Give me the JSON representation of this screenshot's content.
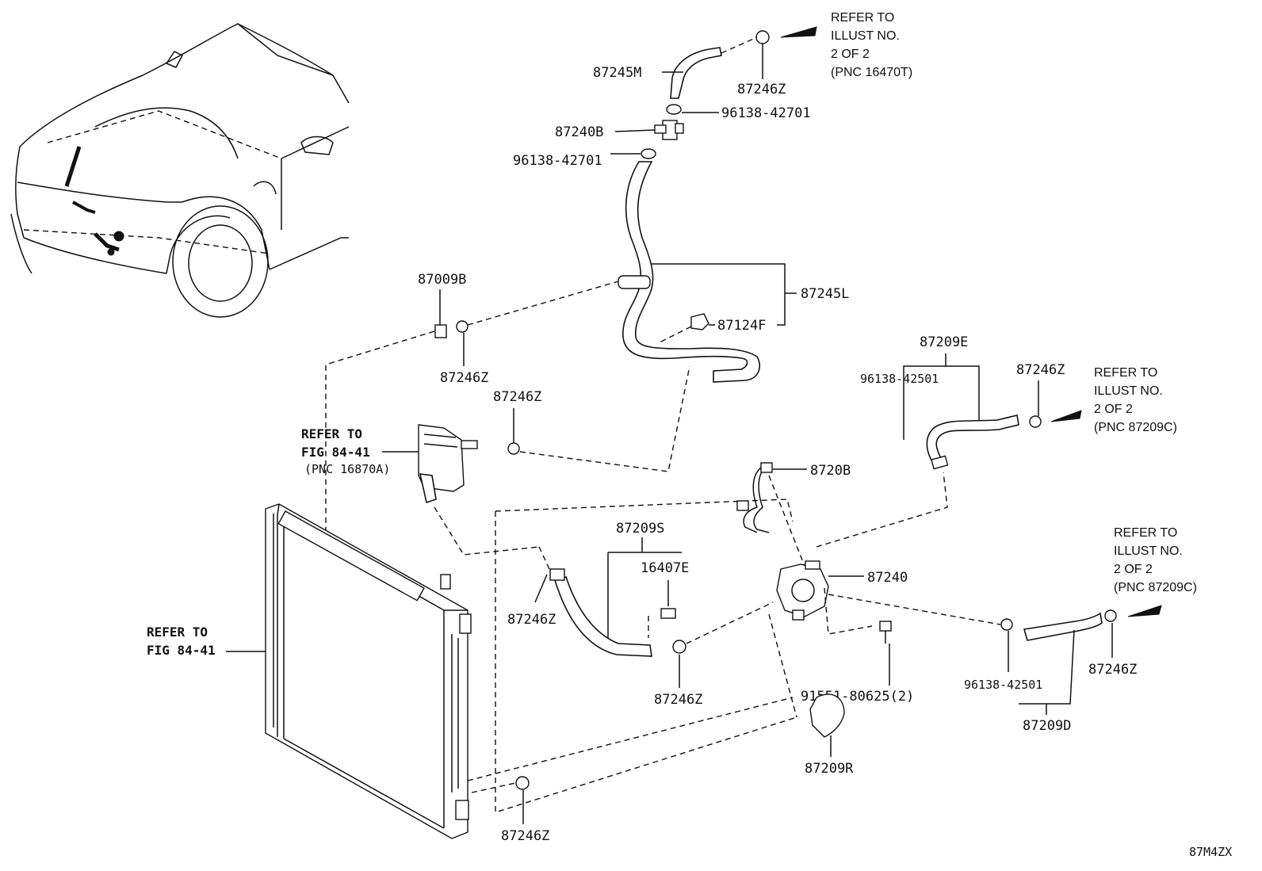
{
  "labels": {
    "p87245M": "87245M",
    "p87246Z_top": "87246Z",
    "refer_top": [
      "REFER TO",
      "ILLUST NO.",
      "2 OF 2",
      "(PNC 16470T)"
    ],
    "p96138_42701_a": "96138-42701",
    "p87240B": "87240B",
    "p96138_42701_b": "96138-42701",
    "p87009B": "87009B",
    "p87245L": "87245L",
    "p87124F": "87124F",
    "p87246Z_b": "87246Z",
    "p87246Z_c": "87246Z",
    "p87209E": "87209E",
    "p96138_42501_a": "96138-42501",
    "p87246Z_d": "87246Z",
    "refer_right1": [
      "REFER TO",
      "ILLUST NO.",
      "2 OF 2",
      "(PNC 87209C)"
    ],
    "refer_fig1": [
      "REFER TO",
      "FIG 84-41",
      "(PNC 16870A)"
    ],
    "p8720B": "8720B",
    "p87209S": "87209S",
    "p16407E": "16407E",
    "p87240": "87240",
    "refer_right2": [
      "REFER TO",
      "ILLUST NO.",
      "2 OF 2",
      "(PNC 87209C)"
    ],
    "p87246Z_e": "87246Z",
    "p87246Z_f": "87246Z",
    "p87246Z_g": "87246Z",
    "refer_fig2": [
      "REFER TO",
      "FIG 84-41"
    ],
    "p91551": "91551-80625(2)",
    "p96138_42501_b": "96138-42501",
    "p87209D": "87209D",
    "p87209R": "87209R",
    "p87246Z_h": "87246Z",
    "footer_code": "87M4ZX"
  }
}
